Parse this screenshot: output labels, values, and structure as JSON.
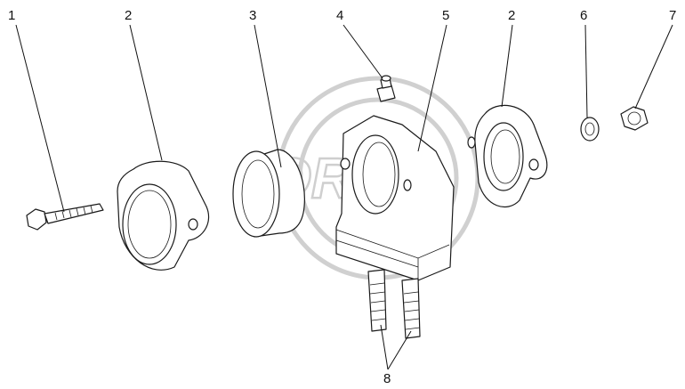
{
  "watermark": {
    "text": "OREX"
  },
  "callouts": [
    {
      "id": "c1",
      "label": "1"
    },
    {
      "id": "c2a",
      "label": "2"
    },
    {
      "id": "c3",
      "label": "3"
    },
    {
      "id": "c4",
      "label": "4"
    },
    {
      "id": "c5",
      "label": "5"
    },
    {
      "id": "c2b",
      "label": "2"
    },
    {
      "id": "c6",
      "label": "6"
    },
    {
      "id": "c7",
      "label": "7"
    },
    {
      "id": "c8",
      "label": "8"
    }
  ]
}
